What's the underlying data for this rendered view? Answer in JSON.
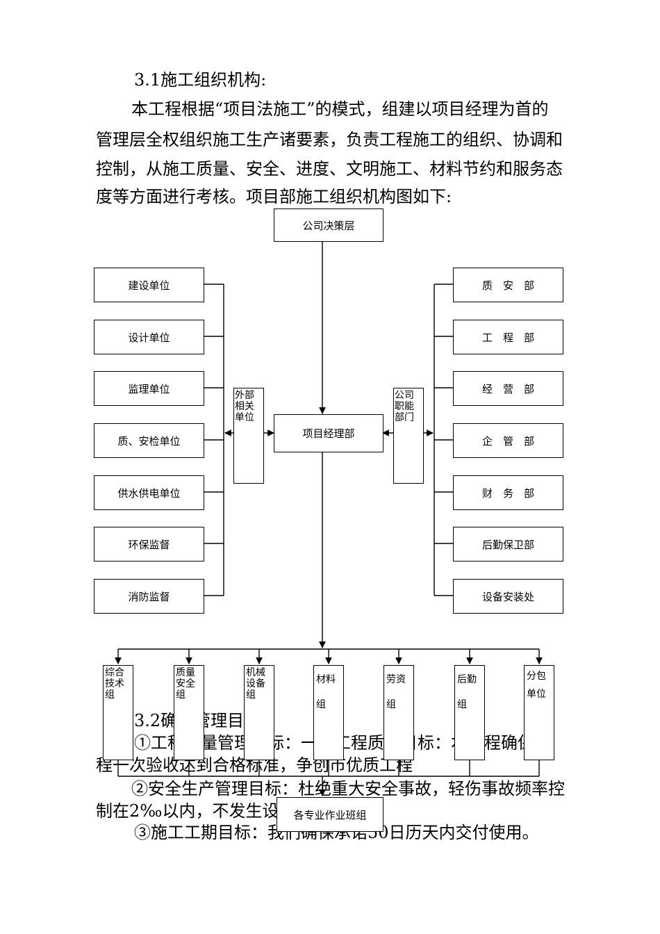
{
  "section_title": "3.1施工组织机构:",
  "intro_lines": [
    "本工程根据“项目法施工”的模式，组建以项目经理为首的",
    "管理层全权组织施工生产诸要素，负责工程施工的组织、协调和",
    "控制，从施工质量、安全、进度、文明施工、材料节约和服务态",
    "度等方面进行考核。项目部施工组织机构图如下:"
  ],
  "org": {
    "top": "公司决策层",
    "center": "项目经理部",
    "external_label": "外部相关单位",
    "internal_label": "公司职能部门",
    "external_units": [
      "建设单位",
      "设计单位",
      "监理单位",
      "质、安检单位",
      "供水供电单位",
      "环保监督",
      "消防监督"
    ],
    "departments": [
      "质　安　部",
      "工　程　部",
      "经　营　部",
      "企　管　部",
      "财　务　部",
      "后勤保卫部",
      "设备安装处"
    ],
    "groups": [
      "综合技术组",
      "质量安全组",
      "机械设备组",
      "材料组",
      "劳资组",
      "后勤组",
      "分包单位"
    ],
    "bottom": "各专业作业班组"
  },
  "goals": {
    "title": "3.2确定管理目",
    "line1": "①工程质量管理目标：一般工程质量目标：本工程确保工",
    "line2": "程一次验收达到合格标准，争创市优质工程",
    "line3": "②安全生产管理目标：杜绝重大安全事故，轻伤事故频率控",
    "line4": "制在2‰以内，不发生设",
    "line5": "③施工工期目标：我们确保承诺50日历天内交付使用。"
  }
}
